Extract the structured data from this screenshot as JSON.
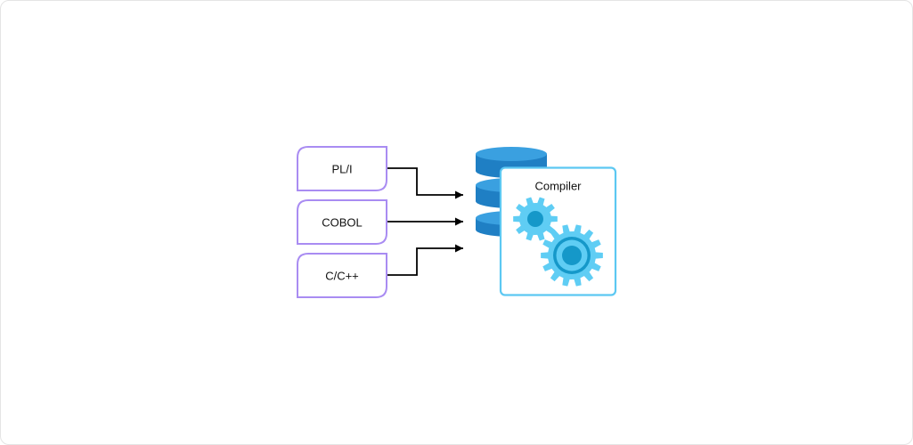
{
  "diagram": {
    "inputs": [
      {
        "label": "PL/I"
      },
      {
        "label": "COBOL"
      },
      {
        "label": "C/C++"
      }
    ],
    "compiler": {
      "label": "Compiler"
    }
  },
  "colors": {
    "input_border": "#a98cf2",
    "arrow": "#000000",
    "compiler_border": "#5cc8f2",
    "database_dark": "#1f7fc4",
    "database_light": "#3aa0e0",
    "gear_light": "#5fcdf4",
    "gear_dark": "#1598c9"
  }
}
